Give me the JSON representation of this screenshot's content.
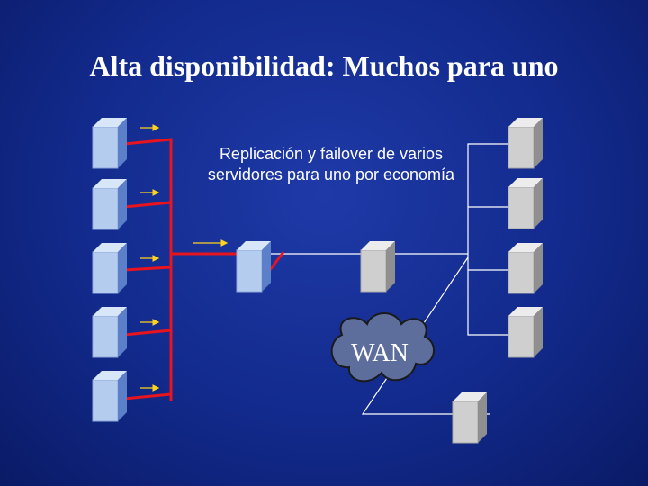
{
  "title": "Alta disponibilidad: Muchos para uno",
  "caption": "Replicación y failover de varios servidores para uno por economía",
  "wan_label": "WAN",
  "colors": {
    "background": "#122a8c",
    "server_front": "#b4cdee",
    "server_top": "#d7e6f8",
    "server_side": "#5b7fc9",
    "gray_front": "#cfcfcf",
    "gray_side": "#8f8f8f",
    "replication_line": "#e8141e",
    "connector": "#ffffff",
    "cloud": "#5e6e9c"
  },
  "icons": {
    "source_server": "blue-server-icon",
    "standby_server": "blue-server-icon",
    "remote_server": "gray-server-icon",
    "wan": "cloud-icon"
  }
}
